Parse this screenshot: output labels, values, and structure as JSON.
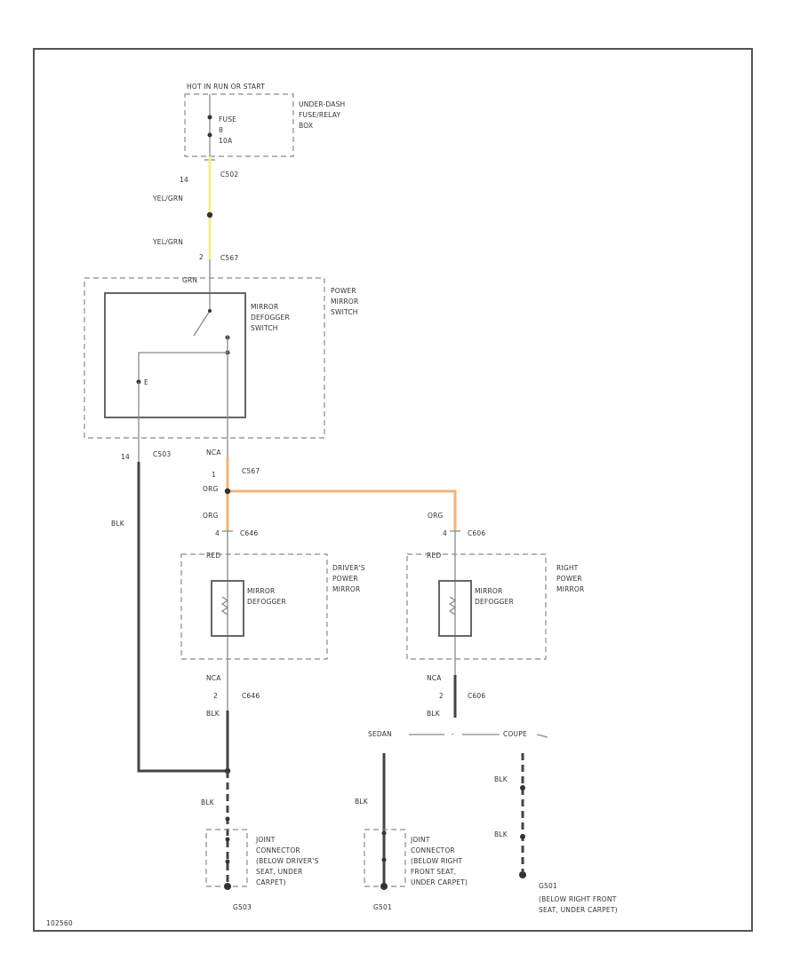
{
  "header": "HOT IN RUN OR START",
  "fuse_box": {
    "fuse_lines": [
      "FUSE",
      "8",
      "10A"
    ],
    "name_lines": [
      "UNDER-DASH",
      "FUSE/RELAY",
      "BOX"
    ],
    "pin": "14",
    "connector": "C502"
  },
  "wire_labels": {
    "yel_grn_1": "YEL/GRN",
    "yel_grn_2": "YEL/GRN",
    "c567_pin_top": "2",
    "c567_top": "C567",
    "grn": "GRN",
    "nca_sw": "NCA",
    "c567_pin_bottom": "1",
    "c567_bottom": "C567",
    "org_1": "ORG",
    "org_2": "ORG",
    "org_3": "ORG",
    "c503_pin": "14",
    "c503": "C503",
    "blk_left": "BLK",
    "e_term": "E"
  },
  "switch": {
    "inner_lines": [
      "MIRROR",
      "DEFOGGER",
      "SWITCH"
    ],
    "outer_lines": [
      "POWER",
      "MIRROR",
      "SWITCH"
    ]
  },
  "drivers_mirror": {
    "pin_top": "4",
    "conn_top": "C646",
    "red": "RED",
    "inner_lines": [
      "MIRROR",
      "DEFOGGER"
    ],
    "outer_lines": [
      "DRIVER'S",
      "POWER",
      "MIRROR"
    ],
    "nca": "NCA",
    "pin_bottom": "2",
    "conn_bottom": "C646",
    "blk": "BLK"
  },
  "right_mirror": {
    "pin_top": "4",
    "conn_top": "C606",
    "red": "RED",
    "inner_lines": [
      "MIRROR",
      "DEFOGGER"
    ],
    "outer_lines": [
      "RIGHT",
      "POWER",
      "MIRROR"
    ],
    "nca": "NCA",
    "pin_bottom": "2",
    "conn_bottom": "C606",
    "blk": "BLK"
  },
  "variants": {
    "sedan": "SEDAN",
    "separator": "-",
    "coupe": "COUPE"
  },
  "ground_labels": {
    "blk_main": "BLK",
    "blk_sedan": "BLK",
    "blk_coupe_1": "BLK",
    "blk_coupe_2": "BLK"
  },
  "joint_left": {
    "lines": [
      "JOINT",
      "CONNECTOR",
      "(BELOW DRIVER'S",
      "SEAT, UNDER",
      "CARPET)"
    ],
    "ground": "G503"
  },
  "joint_right": {
    "lines": [
      "JOINT",
      "CONNECTOR",
      "(BELOW RIGHT",
      "FRONT SEAT,",
      "UNDER CARPET)"
    ],
    "ground": "G501"
  },
  "coupe_ground": {
    "id": "G501",
    "lines": [
      "(BELOW RIGHT FRONT",
      "SEAT, UNDER CARPET)"
    ]
  },
  "figure_code": "102560"
}
